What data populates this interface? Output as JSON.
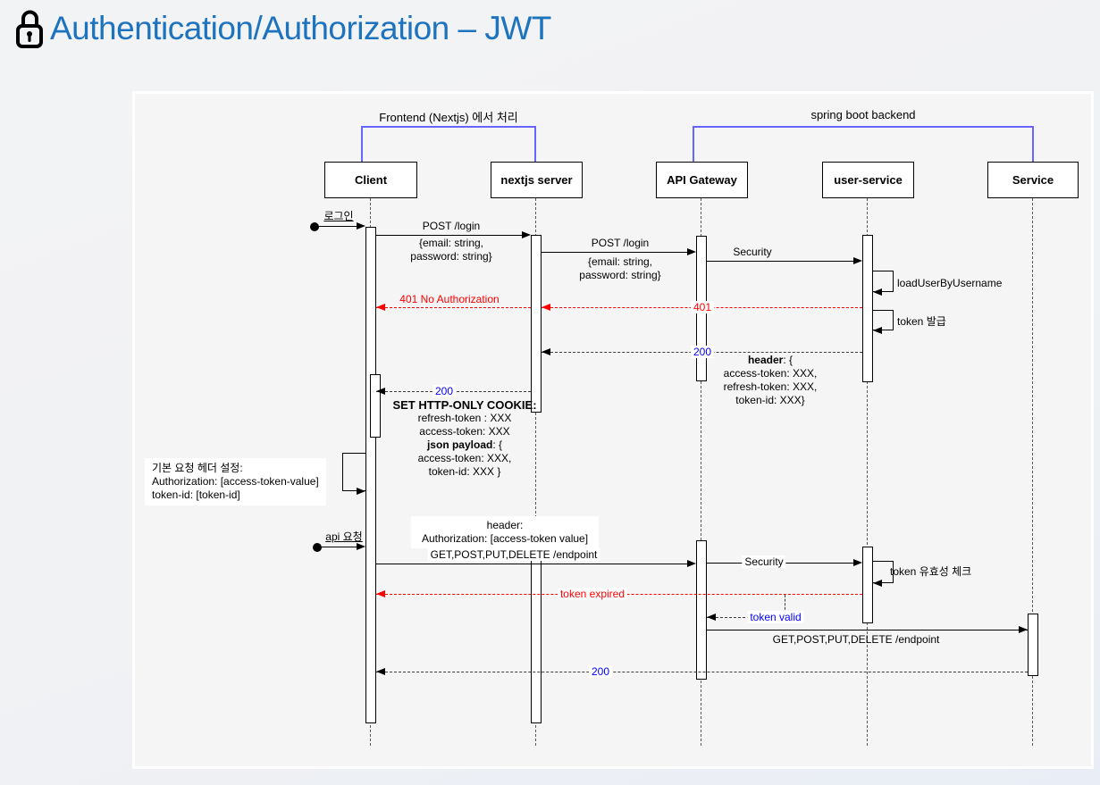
{
  "title": {
    "text": "Authentication/Authorization – JWT"
  },
  "groups": {
    "frontend": "Frontend (Nextjs) 에서 처리",
    "backend": "spring boot backend"
  },
  "actors": {
    "client": "Client",
    "nextjs": "nextjs server",
    "gateway": "API Gateway",
    "userservice": "user-service",
    "service": "Service"
  },
  "messages": {
    "login": "로그인",
    "post_login": "POST /login",
    "login_body_1": "{email: string,",
    "login_body_2": "password: string}",
    "security": "Security",
    "load_user": "loadUserByUsername",
    "m401": "401",
    "m401_no_auth": "401 No Authorization",
    "token_issue": "token 발급",
    "m200": "200",
    "api_request": "api 요청",
    "endpoint": "GET,POST,PUT,DELETE /endpoint",
    "token_check": "token 유효성 체크",
    "token_expired": "token expired",
    "token_valid": "token valid"
  },
  "blocks": {
    "header_resp": {
      "l1_bold": "header",
      "l1_rest": ": {",
      "l2": "access-token: XXX,",
      "l3": "refresh-token: XXX,",
      "l4": "token-id: XXX}"
    },
    "cookie": {
      "l1": "SET HTTP-ONLY COOKIE:",
      "l2": "refresh-token : XXX",
      "l3": "access-token: XXX",
      "l4_bold": "json payload",
      "l4_rest": ": {",
      "l5": "access-token: XXX,",
      "l6": "token-id: XXX }"
    },
    "default_header": {
      "l1": "기본 요청 헤더 설정:",
      "l2": "Authorization:  [access-token-value]",
      "l3": "token-id: [token-id]"
    },
    "api_header": {
      "l1": "header:",
      "l2": "Authorization: [access-token value]"
    }
  },
  "colors": {
    "title_blue": "#1e73be",
    "bracket_blue": "#6666ff",
    "status_blue": "#0000ff",
    "error_red": "#ff0000"
  }
}
